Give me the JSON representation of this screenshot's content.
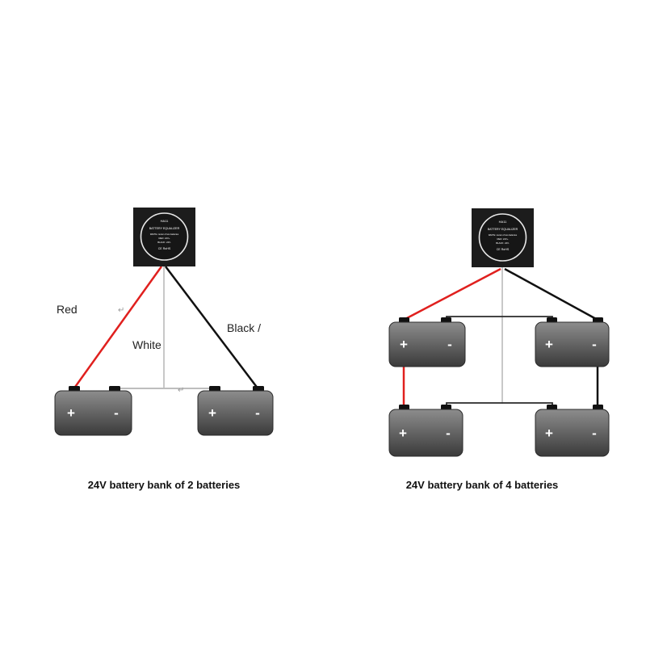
{
  "colors": {
    "red_wire": "#e0201e",
    "black_wire": "#111111",
    "white_wire": "#c8c8c8",
    "link_wire": "#2a2a2a",
    "battery_top": "#8a8a8a",
    "battery_bottom": "#3c3c3c",
    "equalizer_bg": "#1c1c1c"
  },
  "equalizer": {
    "lines": [
      "HA11",
      "BATTERY EQUALIZER",
      "WHITE: center of two batteries",
      "RED: 24V+",
      "BLACK: 24V-",
      "CE   RoHS"
    ]
  },
  "battery": {
    "plus_label": "+",
    "minus_label": "-"
  },
  "diagram_left": {
    "wire_labels": {
      "red": "Red",
      "white": "White",
      "black": "Black /"
    },
    "para_mark": "↵",
    "caption": "24V battery bank of 2 batteries"
  },
  "diagram_right": {
    "caption": "24V battery bank of 4 batteries"
  }
}
